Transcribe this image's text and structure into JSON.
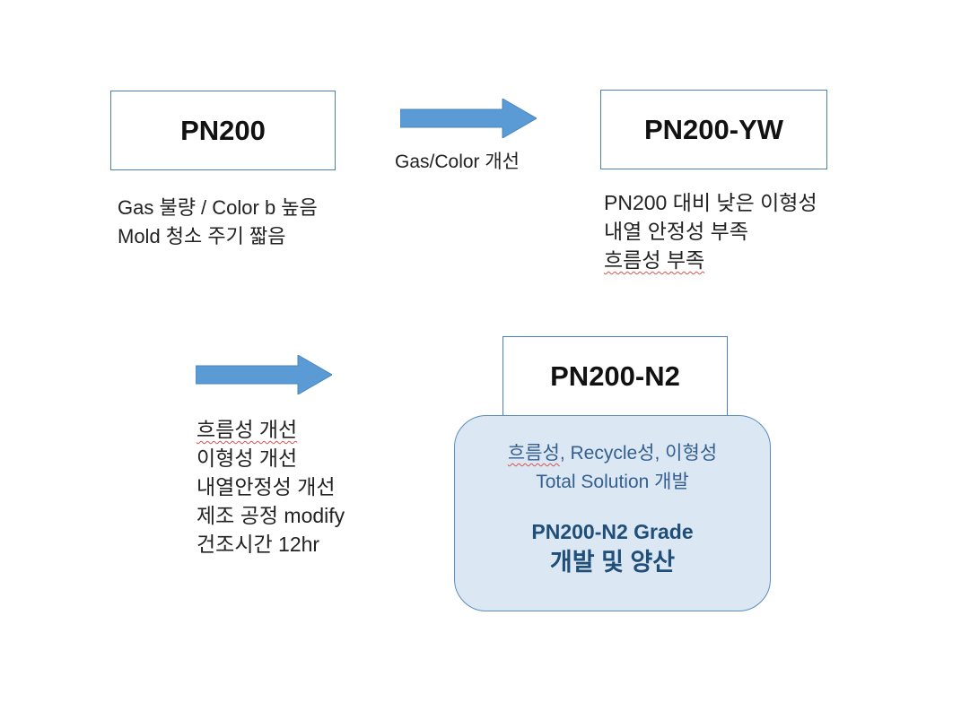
{
  "boxes": {
    "pn200": "PN200",
    "pn200_yw": "PN200-YW",
    "pn200_n2": "PN200-N2"
  },
  "arrow1_label": "Gas/Color 개선",
  "pn200_notes": [
    "Gas 불량 / Color b 높음",
    "Mold 청소 주기 짧음"
  ],
  "yw_notes": [
    "PN200 대비 낮은 이형성",
    "내열 안정성 부족",
    "흐름성 부족"
  ],
  "improvements": [
    "흐름성 개선",
    "이형성 개선",
    "내열안정성 개선",
    "제조 공정 modify",
    "건조시간 12hr"
  ],
  "result": {
    "line1_a": "흐름성",
    "line1_b": ", Recycle성, 이형성",
    "line2": "Total Solution 개발",
    "grade_title": "PN200-N2 Grade",
    "grade_sub": "개발 및 양산"
  },
  "colors": {
    "arrow": "#5b9bd5",
    "box_border": "#4a7ebb",
    "rounded_fill": "#dbe7f3",
    "result_text": "#355f8f",
    "result_strong": "#1f4e79",
    "spellcheck": "#d9534f"
  }
}
